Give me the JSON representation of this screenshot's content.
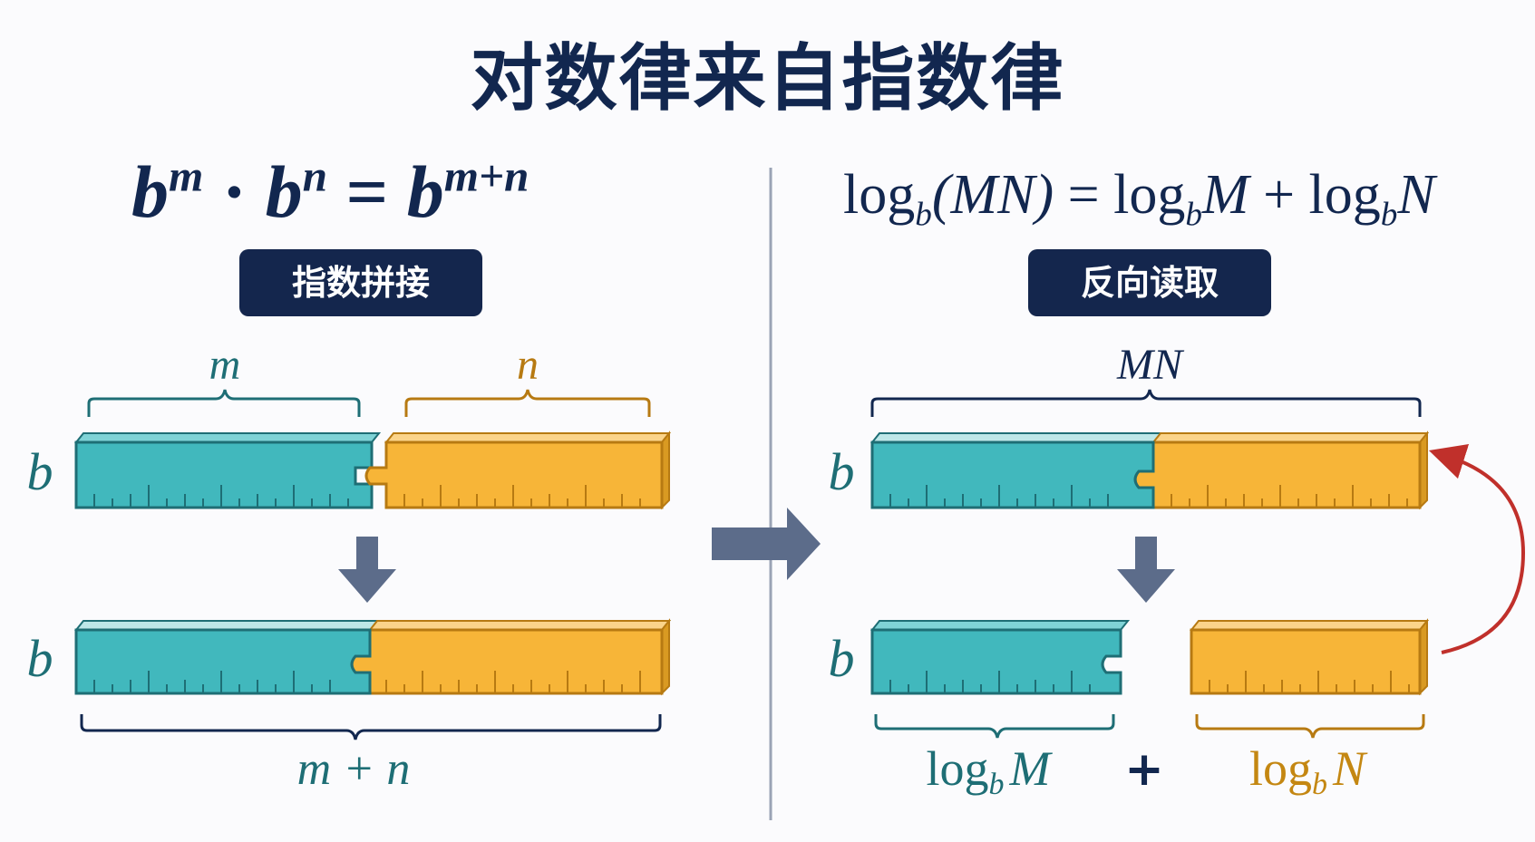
{
  "title": "对数律来自指数律",
  "left": {
    "formula": {
      "base": "b",
      "exp1": "m",
      "dot": "·",
      "exp2": "n",
      "equals": "=",
      "exp3": "m+n"
    },
    "badge": "指数拼接",
    "top_label_m": "m",
    "top_label_n": "n",
    "row_base_1": "b",
    "row_base_2": "b",
    "bottom_label": "m + n"
  },
  "right": {
    "formula": {
      "log": "log",
      "sub": "b",
      "arg1": "(MN)",
      "equals": "=",
      "arg2": "M",
      "plus": "+",
      "arg3": "N"
    },
    "badge": "反向读取",
    "top_label": "MN",
    "row_base_1": "b",
    "row_base_2": "b",
    "bottom_log": "log",
    "bottom_sub": "b",
    "bottom_left_arg": "M",
    "bottom_plus": "+",
    "bottom_right_arg": "N"
  },
  "colors": {
    "teal": "#41b8bd",
    "teal_dark": "#1e6e75",
    "gold": "#f7b538",
    "gold_dark": "#b77a12",
    "navy": "#12274f",
    "arrow": "#5c6c8a",
    "red_arrow": "#c0302b"
  }
}
